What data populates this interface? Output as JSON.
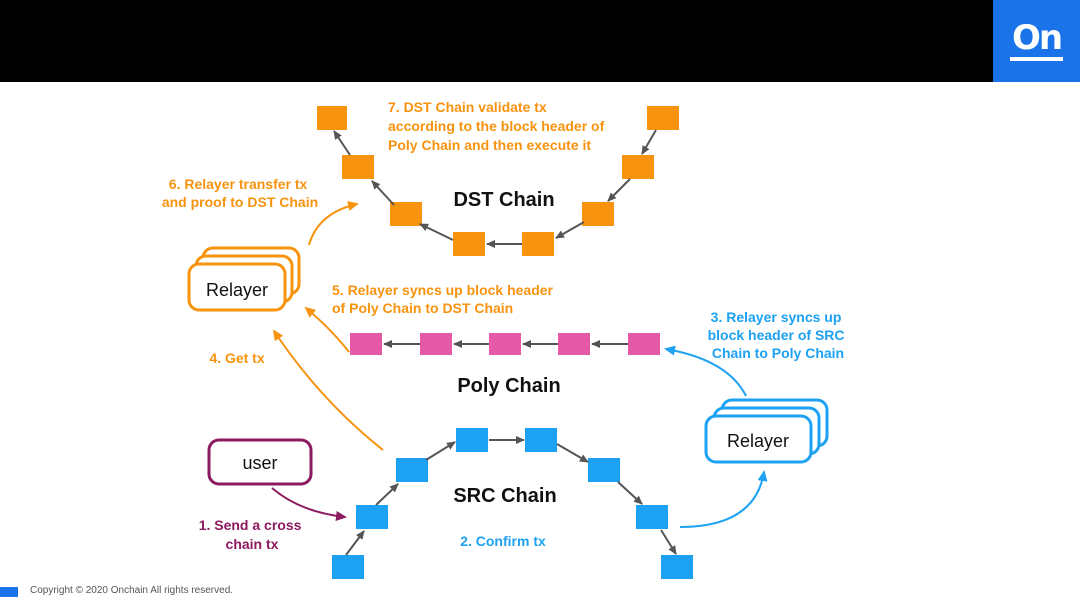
{
  "logo": {
    "text": "On"
  },
  "colors": {
    "dst": "#f7930e",
    "poly": "#e55aa8",
    "src": "#1da1f2",
    "user": "#8b1a5e",
    "arrow": "#555555"
  },
  "chains": {
    "dst": "DST Chain",
    "poly": "Poly Chain",
    "src": "SRC Chain"
  },
  "boxes": {
    "relayer_left": "Relayer",
    "relayer_right": "Relayer",
    "user": "user"
  },
  "steps": {
    "step1": [
      "1. Send a cross",
      "chain tx"
    ],
    "step2": "2. Confirm tx",
    "step3": [
      "3. Relayer syncs up",
      "block header of SRC",
      "Chain to Poly Chain"
    ],
    "step4": "4. Get tx",
    "step5": [
      "5. Relayer syncs up block header",
      "of Poly Chain to DST Chain"
    ],
    "step6": [
      "6. Relayer transfer tx",
      "and proof to DST Chain"
    ],
    "step7": [
      "7. DST Chain validate tx",
      "according to the block header of",
      "Poly Chain and then execute it"
    ]
  },
  "footer": {
    "copyright": "Copyright © 2020 Onchain  All rights reserved."
  }
}
